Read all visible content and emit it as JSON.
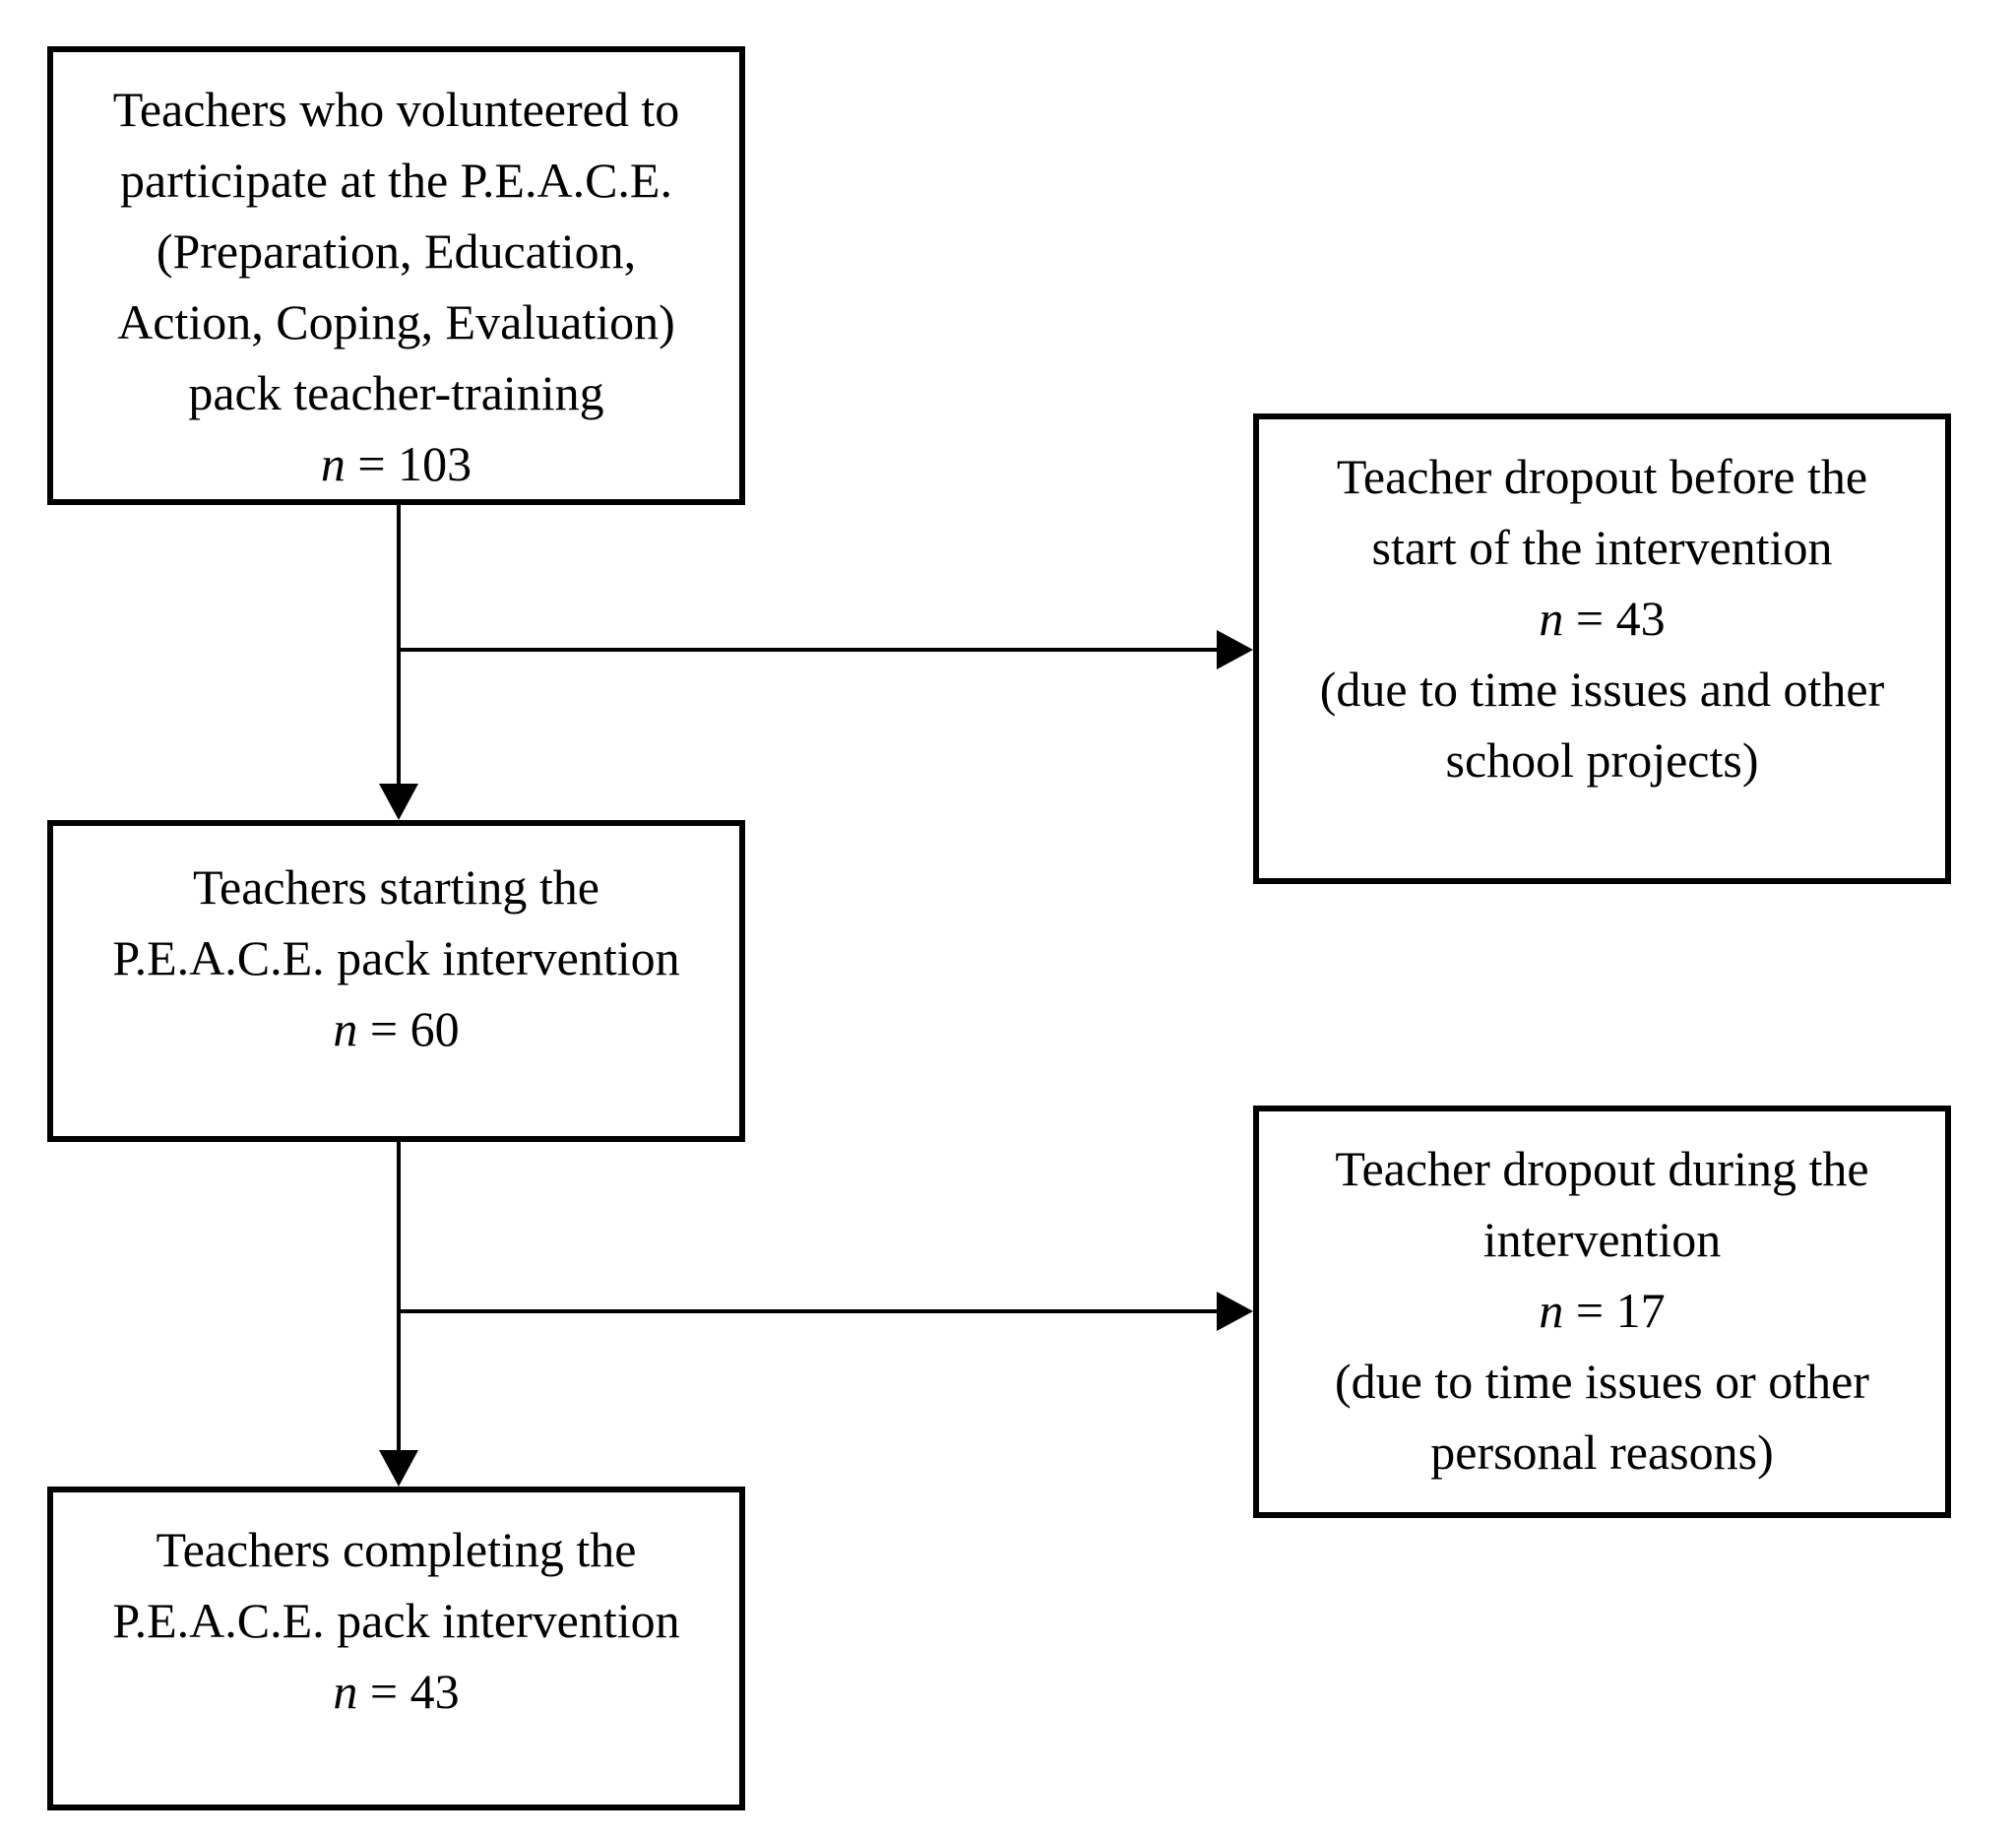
{
  "diagram": {
    "type": "participant-flowchart",
    "boxes": [
      {
        "id": "volunteered",
        "lines": [
          "Teachers who volunteered to",
          "participate at the P.E.A.C.E.",
          "(Preparation, Education,",
          "Action, Coping, Evaluation)",
          "pack teacher-training"
        ],
        "n_symbol": "n",
        "n_value": "= 103"
      },
      {
        "id": "dropout-before",
        "lines": [
          "Teacher dropout before the",
          "start of the intervention"
        ],
        "n_symbol": "n",
        "n_value": "= 43",
        "note_lines": [
          "(due to time issues and other",
          "school projects)"
        ]
      },
      {
        "id": "starting",
        "lines": [
          "Teachers starting the",
          "P.E.A.C.E. pack intervention"
        ],
        "n_symbol": "n",
        "n_value": "= 60"
      },
      {
        "id": "dropout-during",
        "lines": [
          "Teacher dropout during the",
          "intervention"
        ],
        "n_symbol": "n",
        "n_value": "= 17",
        "note_lines": [
          "(due to time issues or other",
          "personal reasons)"
        ]
      },
      {
        "id": "completing",
        "lines": [
          "Teachers completing the",
          "P.E.A.C.E. pack intervention"
        ],
        "n_symbol": "n",
        "n_value": "= 43"
      }
    ],
    "colors": {
      "line": "#000000",
      "background": "#ffffff",
      "text": "#000000"
    }
  }
}
